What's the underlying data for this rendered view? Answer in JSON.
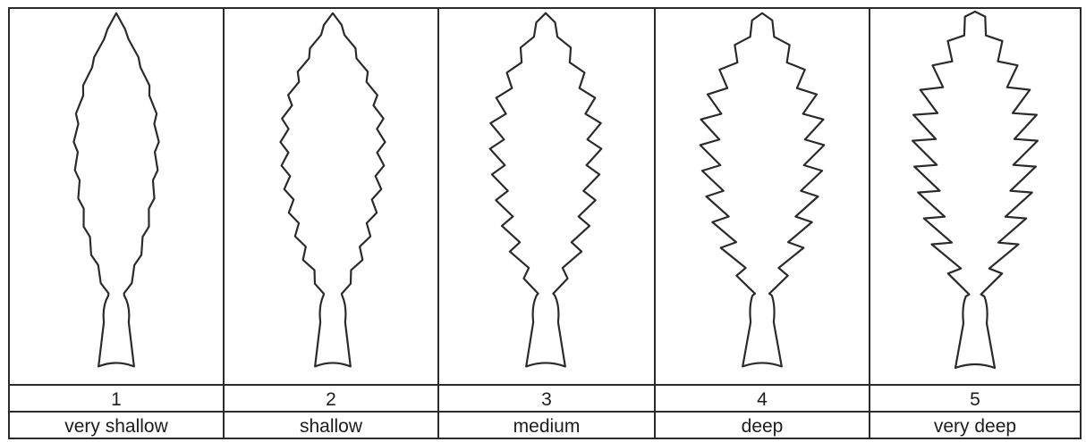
{
  "scale": [
    {
      "number": "1",
      "label": "very shallow"
    },
    {
      "number": "2",
      "label": "shallow"
    },
    {
      "number": "3",
      "label": "medium"
    },
    {
      "number": "4",
      "label": "deep"
    },
    {
      "number": "5",
      "label": "very deep"
    }
  ]
}
